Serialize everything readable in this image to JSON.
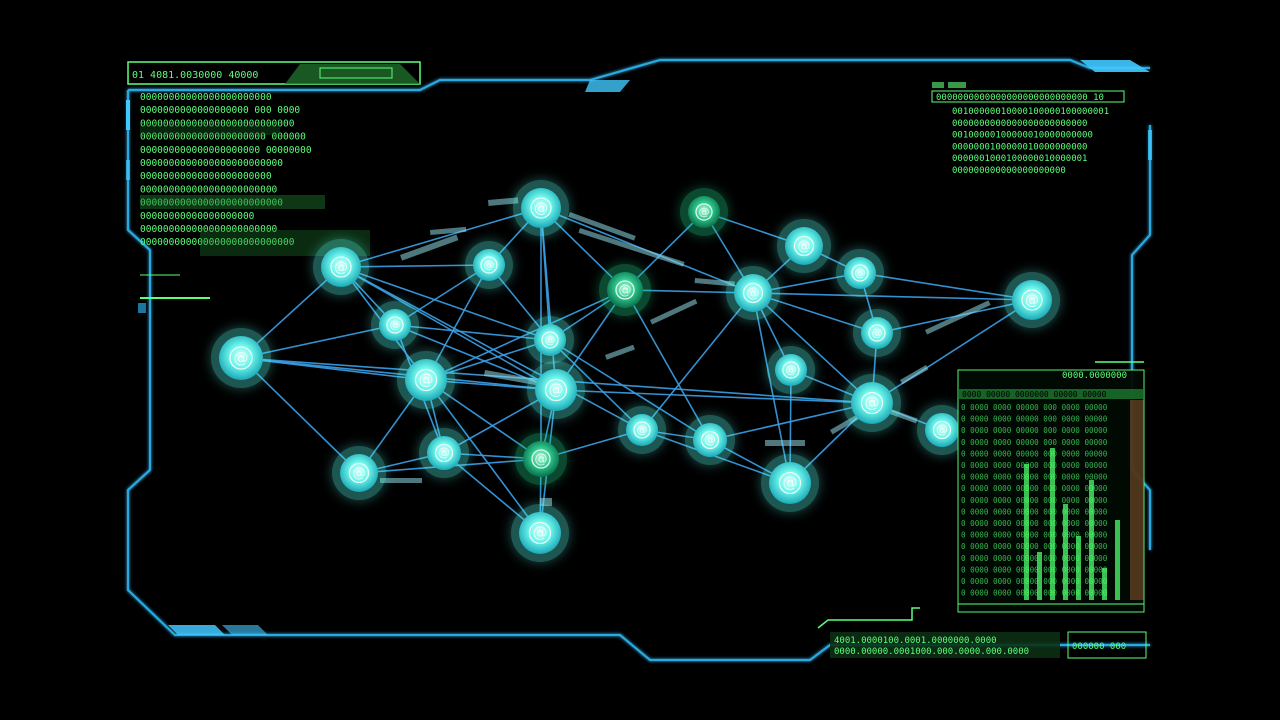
{
  "colors": {
    "background": "#000000",
    "frame": "#2aa8e0",
    "frame_glow": "#41c8ff",
    "edge": "#3aa0e8",
    "node_cyan": "#4ff0e6",
    "node_green": "#1fb87a",
    "text_green": "#5cff7a",
    "text_orange": "#d98a4a"
  },
  "top_left_panel": {
    "header_label": "01 4081.0030000 40000",
    "lines": [
      "00000000000000000000000",
      "0000000000000000000 000 0000",
      "000000000000000000000000000",
      "0000000000000000000000 000000",
      "000000000000000000000 00000000",
      "0000000000000000000000000",
      "00000000000000000000000",
      "000000000000000000000000",
      "0000000000000000000000000",
      "00000000000000000000",
      "000000000000000000000000",
      "000000000000000000000000000"
    ]
  },
  "top_right_panel": {
    "header_label": "0000000000000000000000000000 10",
    "lines": [
      "00100000010000100000100000001",
      "0000000000000000000000000",
      "00100000100000010000000000",
      "0000000100000010000000000",
      "0000001000100000010000001",
      "000000000000000000000"
    ]
  },
  "right_panel": {
    "header_label": "0000.0000000",
    "sub_header": "0000 00000 0000000 00000 00000",
    "rows": [
      "0 0000 0000 00000 000 0000 00000",
      "0 0000 0000 00000 000 0000 00000",
      "0 0000 0000 00000 000 0000 00000",
      "0 0000 0000 00000 000 0000 00000",
      "0 0000 0000 00000 000 0000 00000",
      "0 0000 0000 00000 000 0000 00000",
      "0 0000 0000 00000 000 0000 00000",
      "0 0000 0000 00000 000 0000 00000",
      "0 0000 0000 00000 000 0000 00000",
      "0 0000 0000 00000 000 0000 00000",
      "0 0000 0000 00000 000 0000 00000",
      "0 0000 0000 00000 000 0000 00000",
      "0 0000 0000 00000 000 0000 00000",
      "0 0000 0000 00000 000 0000 00000",
      "0 0000 0000 00000 000 0000 00000",
      "0 0000 0000 00000 000 0000 00000",
      "0 0000 0000 00000 000 0000 00000"
    ],
    "bar_levels": [
      0.85,
      0.3,
      0.95,
      0.6,
      0.4,
      0.75,
      0.2,
      0.5
    ]
  },
  "bottom_right_panel": {
    "lines": [
      "4001.0000100.0001.0000000.0000",
      "0000.00000.0001000.000.0000.000.0000"
    ],
    "tag": "000000 000"
  },
  "network": {
    "nodes": [
      {
        "id": "n1",
        "type": "cyan"
      },
      {
        "id": "n2",
        "type": "cyan"
      },
      {
        "id": "n3",
        "type": "cyan"
      },
      {
        "id": "n4",
        "type": "cyan"
      },
      {
        "id": "n5",
        "type": "green"
      },
      {
        "id": "n6",
        "type": "green"
      },
      {
        "id": "n7",
        "type": "cyan"
      },
      {
        "id": "n8",
        "type": "cyan"
      },
      {
        "id": "n9",
        "type": "cyan"
      },
      {
        "id": "n10",
        "type": "cyan"
      },
      {
        "id": "n11",
        "type": "cyan"
      },
      {
        "id": "n12",
        "type": "cyan"
      },
      {
        "id": "n13",
        "type": "cyan"
      },
      {
        "id": "n14",
        "type": "cyan"
      },
      {
        "id": "n15",
        "type": "cyan"
      },
      {
        "id": "n16",
        "type": "cyan"
      },
      {
        "id": "n17",
        "type": "cyan"
      },
      {
        "id": "n18",
        "type": "cyan"
      },
      {
        "id": "n19",
        "type": "green"
      },
      {
        "id": "n20",
        "type": "cyan"
      },
      {
        "id": "n21",
        "type": "cyan"
      },
      {
        "id": "n22",
        "type": "cyan"
      },
      {
        "id": "n23",
        "type": "cyan"
      },
      {
        "id": "n24",
        "type": "cyan"
      },
      {
        "id": "n25",
        "type": "cyan"
      },
      {
        "id": "n26",
        "type": "cyan"
      }
    ],
    "node_glyph": "@"
  }
}
